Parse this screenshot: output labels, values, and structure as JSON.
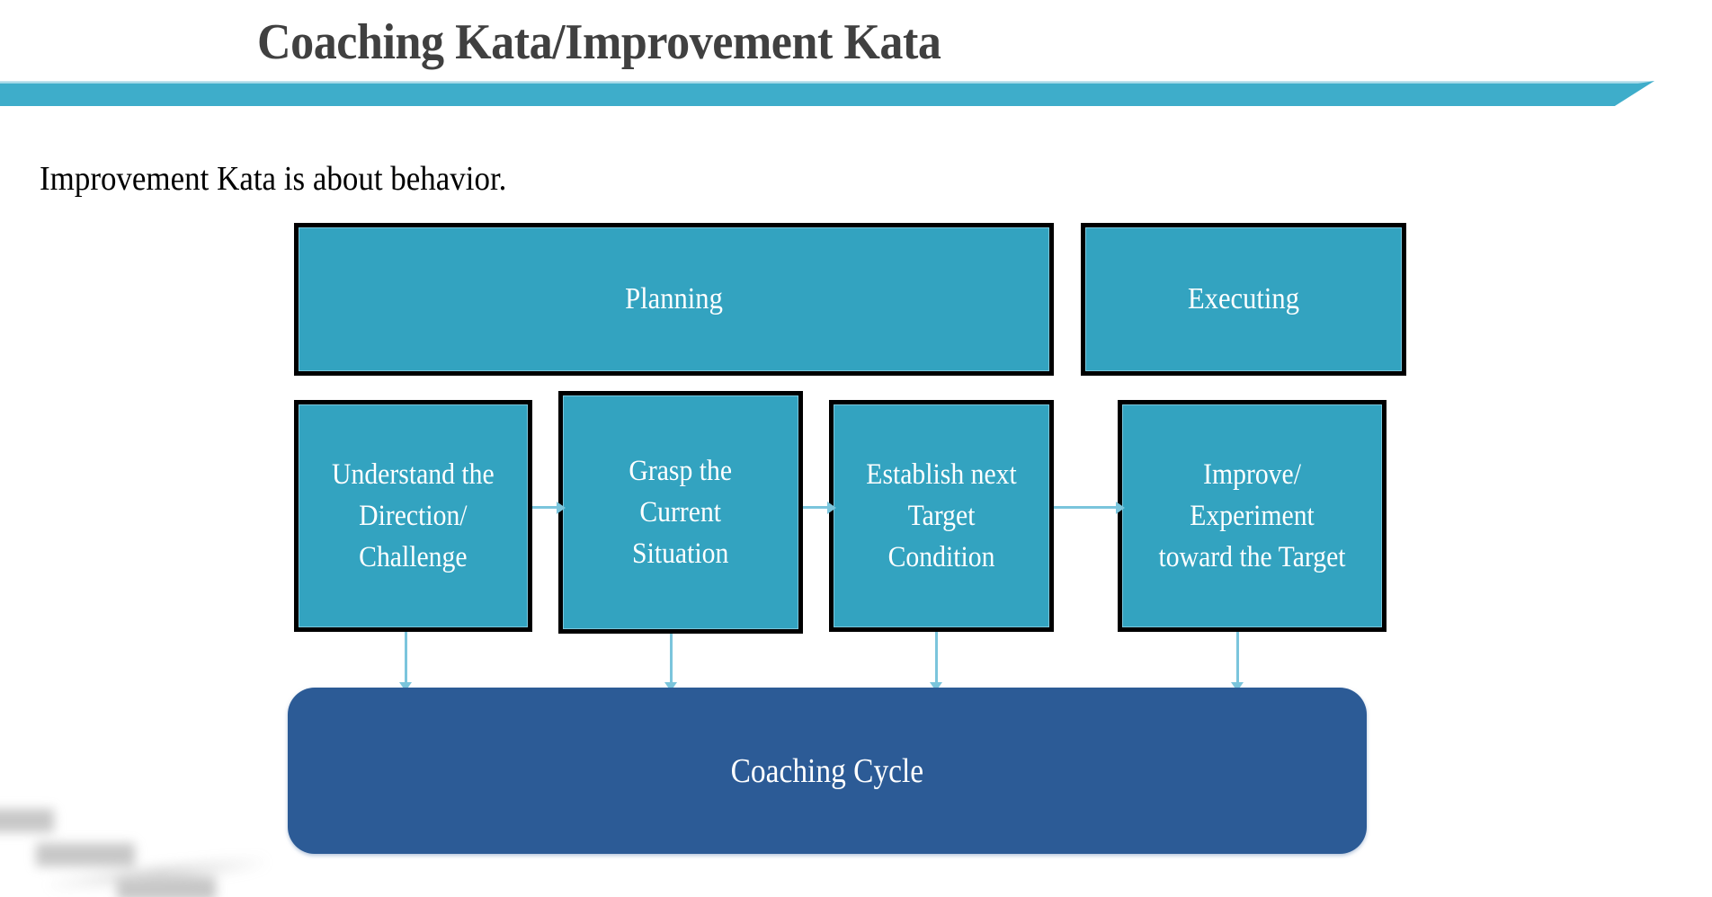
{
  "slide": {
    "title": "Coaching Kata/Improvement Kata",
    "intro": "Improvement Kata is about behavior.",
    "banner_color": "#3EADCA",
    "box_fill_color": "#33A3C0",
    "box_border_color": "#000000",
    "arrow_color": "#7BC5DC",
    "coaching_cycle_color": "#2C5B96",
    "title_color": "#404040"
  },
  "phases": [
    {
      "label": "Planning"
    },
    {
      "label": "Executing"
    }
  ],
  "steps": [
    {
      "label": "Understand the\nDirection/\nChallenge",
      "line1": "Understand the",
      "line2": "Direction/",
      "line3": "Challenge"
    },
    {
      "label": "Grasp the\nCurrent\nSituation",
      "line1": "Grasp the",
      "line2": "Current",
      "line3": "Situation"
    },
    {
      "label": "Establish next\nTarget\nCondition",
      "line1": "Establish next",
      "line2": "Target",
      "line3": "Condition"
    },
    {
      "label": "Improve/\nExperiment\ntoward the Target",
      "line1": "Improve/",
      "line2": "Experiment",
      "line3": "toward the Target"
    }
  ],
  "cycle": {
    "label": "Coaching Cycle"
  }
}
